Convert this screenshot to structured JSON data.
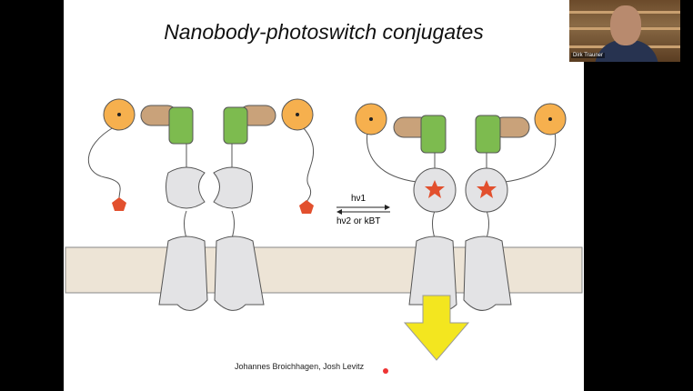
{
  "slide": {
    "title": "Nanobody-photoswitch conjugates",
    "forward_label": "hν1",
    "reverse_label": "hν2 or kBT",
    "credit": "Johannes Broichhagen, Josh Levitz"
  },
  "video": {
    "participant_name": "Dirk Trauner"
  },
  "colors": {
    "orange": "#f6b04e",
    "tan": "#c9a27a",
    "green": "#7dbb4f",
    "grey": "#e3e3e5",
    "red": "#e2502e",
    "membrane": "#ede4d6",
    "yellow": "#f3e61f"
  }
}
